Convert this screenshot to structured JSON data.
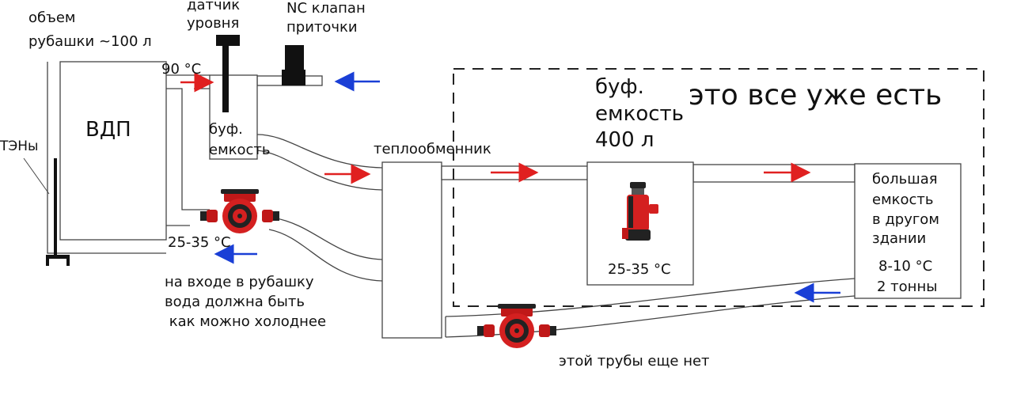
{
  "labels": {
    "jacket_volume_line1": "объем",
    "jacket_volume_line2": "рубашки ~100 л",
    "level_sensor_line1": "датчик",
    "level_sensor_line2": "уровня",
    "nc_valve_line1": "NC клапан",
    "nc_valve_line2": "приточки",
    "temp_out": "90 °C",
    "vdp": "ВДП",
    "tens": "ТЭНы",
    "small_buffer_line1": "буф.",
    "small_buffer_line2": "емкость",
    "temp_return": "25-35 °C",
    "inlet_note_line1": "на входе в рубашку",
    "inlet_note_line2": "вода должна быть",
    "inlet_note_line3": " как можно холоднее",
    "heat_exchanger": "теплообменник",
    "big_buffer_line1": "буф.",
    "big_buffer_line2": "емкость",
    "big_buffer_line3": "400 л",
    "existing_note": "это все уже есть",
    "buffer_temp": "25-35 °C",
    "big_tank_line1": "большая",
    "big_tank_line2": "емкость",
    "big_tank_line3": "в другом",
    "big_tank_line4": "здании",
    "big_tank_temp": "8-10 °C",
    "big_tank_mass": "2 тонны",
    "missing_pipe_note": "этой трубы еще нет"
  },
  "colors": {
    "hot_arrow": "#e02020",
    "cold_arrow": "#1a3fd6",
    "pump_body": "#d42020",
    "pipe_outline": "#444444",
    "sensor": "#111111"
  },
  "icons": [
    "level-sensor-icon",
    "nc-valve-icon",
    "circulation-pump-icon",
    "submersible-pump-icon",
    "heating-element-icon"
  ]
}
